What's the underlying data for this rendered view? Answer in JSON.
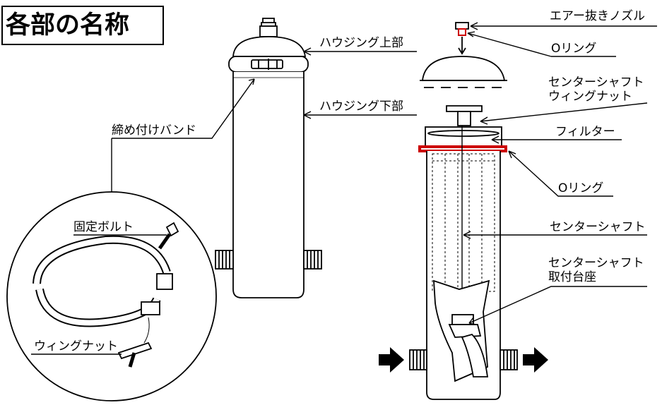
{
  "title": "各部の名称",
  "labels": {
    "air_vent_nozzle": "エアー抜きノズル",
    "o_ring_top": "Oリング",
    "housing_upper": "ハウジング上部",
    "center_shaft_wing_nut_line1": "センターシャフト",
    "center_shaft_wing_nut_line2": "ウィングナット",
    "housing_lower": "ハウジング下部",
    "clamp_band": "締め付けバンド",
    "filter": "フィルター",
    "o_ring_mid": "Oリング",
    "fixing_bolt": "固定ボルト",
    "center_shaft": "センターシャフト",
    "center_shaft_mount_line1": "センターシャフト",
    "center_shaft_mount_line2": "取付台座",
    "wing_nut": "ウィングナット"
  },
  "colors": {
    "line": "#000000",
    "o_ring": "#cc0000",
    "background": "#ffffff"
  },
  "icons": [
    "inlet-arrow-icon",
    "outlet-arrow-icon"
  ]
}
